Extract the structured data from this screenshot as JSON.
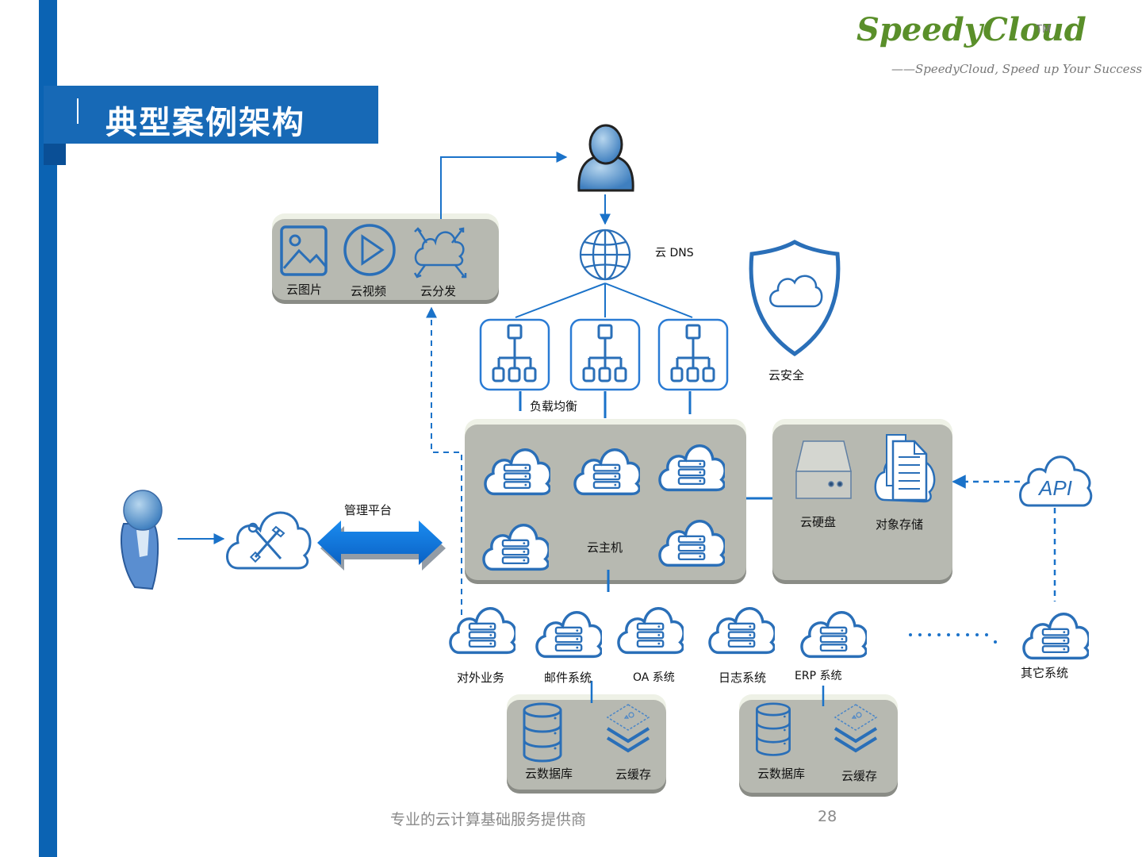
{
  "title": "典型案例架构",
  "logo": {
    "name": "SpeedyCloud",
    "tm": "TM",
    "slogan": "——SpeedyCloud, Speed up Your Success !"
  },
  "media": {
    "image": "云图片",
    "video": "云视频",
    "distribution": "云分发"
  },
  "dns": "云 DNS",
  "security": "云安全",
  "load_balance": "负载均衡",
  "management": "管理平台",
  "host": "云主机",
  "storage": {
    "disk": "云硬盘",
    "object": "对象存储"
  },
  "api": "API",
  "systems": {
    "external": "对外业务",
    "mail": "邮件系统",
    "oa": "OA 系统",
    "log": "日志系统",
    "erp": "ERP 系统",
    "other": "其它系统"
  },
  "db_left": {
    "db": "云数据库",
    "cache": "云缓存"
  },
  "db_right": {
    "db": "云数据库",
    "cache": "云缓存"
  },
  "footer": {
    "text": "专业的云计算基础服务提供商",
    "page": "28"
  },
  "colors": {
    "accent": "#0b63b3",
    "line": "#1a72c9",
    "panel": "#b7b9b1",
    "logo": "#5a8f2a"
  },
  "icons": [
    "image-icon",
    "play-icon",
    "cloud-distribution-icon",
    "user-icon",
    "globe-icon",
    "load-balancer-icon",
    "shield-cloud-icon",
    "cloud-server-icon",
    "disk-icon",
    "document-icon",
    "api-cloud-icon",
    "admin-user-icon",
    "cloud-tools-icon",
    "double-arrow-icon",
    "database-icon",
    "layers-icon"
  ]
}
